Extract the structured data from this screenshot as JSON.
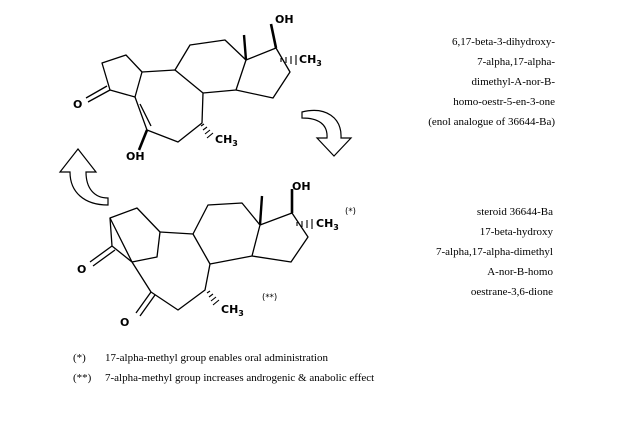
{
  "top_molecule": {
    "labels": {
      "oh_upper": "OH",
      "ch3_17": "CH",
      "ch3_17_sub": "3",
      "keto_o": "O",
      "enol_oh": "OH",
      "ch3_7": "CH",
      "ch3_7_sub": "3"
    },
    "caption": [
      "6,17-beta-3-dihydroxy-",
      "7-alpha,17-alpha-",
      "dimethyl-A-nor-B-",
      "homo-oestr-5-en-3-one",
      "(enol analogue of 36644-Ba)"
    ]
  },
  "bottom_molecule": {
    "labels": {
      "oh_upper": "OH",
      "ch3_17": "CH",
      "ch3_17_sub": "3",
      "mark_17": "(*)",
      "keto_o1": "O",
      "keto_o2": "O",
      "ch3_7": "CH",
      "ch3_7_sub": "3",
      "mark_7": "(**)"
    },
    "caption": [
      "steroid 36644-Ba",
      "17-beta-hydroxy",
      "7-alpha,17-alpha-dimethyl",
      "A-nor-B-homo",
      "oestrane-3,6-dione"
    ]
  },
  "notes": [
    {
      "mark": "(*)",
      "text": "17-alpha-methyl group enables oral administration"
    },
    {
      "mark": "(**)",
      "text": "7-alpha-methyl group increases androgenic & anabolic effect"
    }
  ]
}
